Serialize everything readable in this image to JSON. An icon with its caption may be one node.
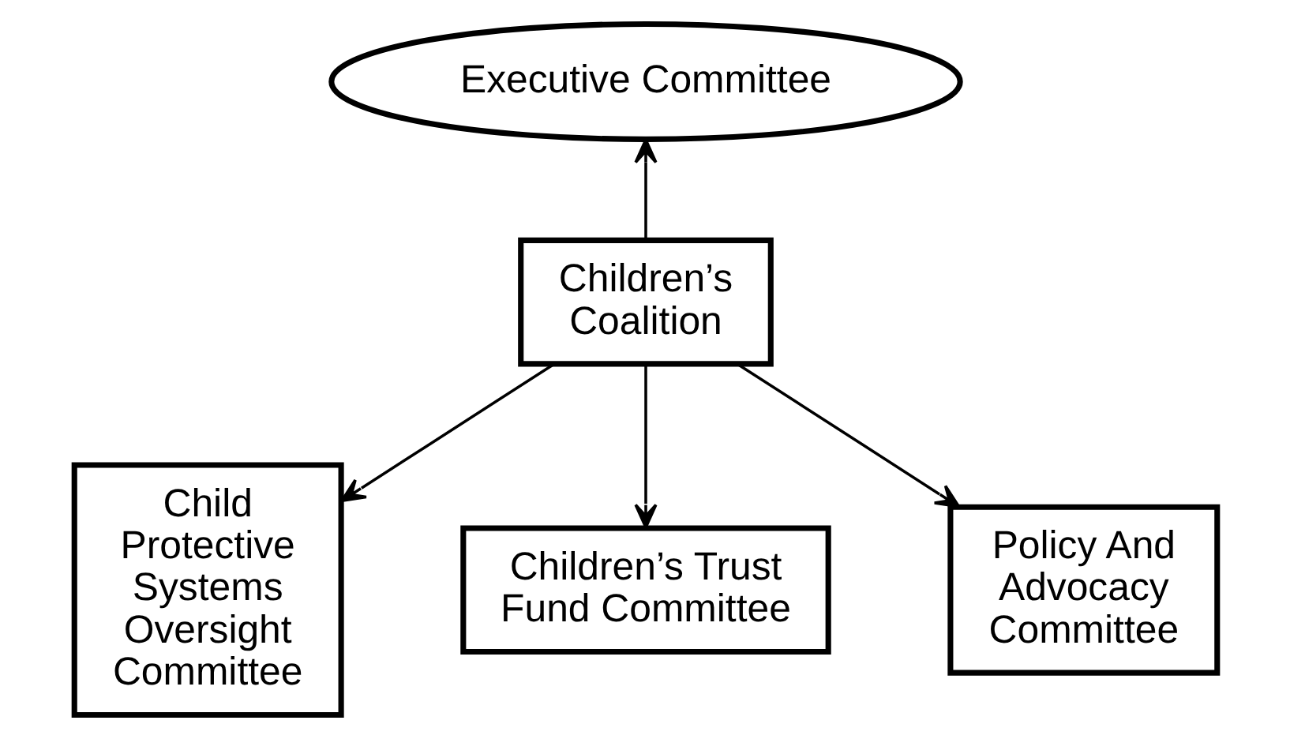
{
  "diagram": {
    "nodes": [
      {
        "text": [
          "Executive Committee"
        ]
      },
      {
        "text": [
          "Children’s Coalition"
        ]
      },
      {
        "text": [
          "Child Protective Systems Oversight Committee"
        ]
      },
      {
        "text": [
          "Children’s Trust Fund Committee"
        ]
      },
      {
        "text": [
          "Policy And Advocacy Committee"
        ]
      }
    ],
    "edges": [
      {
        "from": 1,
        "to": 0,
        "arrow": "to"
      },
      {
        "from": 1,
        "to": 2,
        "arrow": "to"
      },
      {
        "from": 1,
        "to": 3,
        "arrow": "to"
      },
      {
        "from": 1,
        "to": 4,
        "arrow": "to"
      }
    ]
  }
}
